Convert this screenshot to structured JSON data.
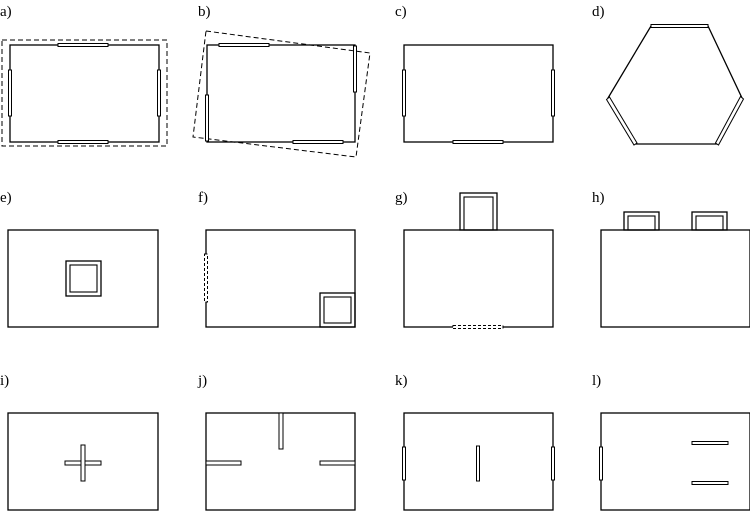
{
  "panels": [
    {
      "id": "a",
      "label": "a)"
    },
    {
      "id": "b",
      "label": "b)"
    },
    {
      "id": "c",
      "label": "c)"
    },
    {
      "id": "d",
      "label": "d)"
    },
    {
      "id": "e",
      "label": "e)"
    },
    {
      "id": "f",
      "label": "f)"
    },
    {
      "id": "g",
      "label": "g)"
    },
    {
      "id": "h",
      "label": "h)"
    },
    {
      "id": "i",
      "label": "i)"
    },
    {
      "id": "j",
      "label": "j)"
    },
    {
      "id": "k",
      "label": "k)"
    },
    {
      "id": "l",
      "label": "l)"
    }
  ]
}
